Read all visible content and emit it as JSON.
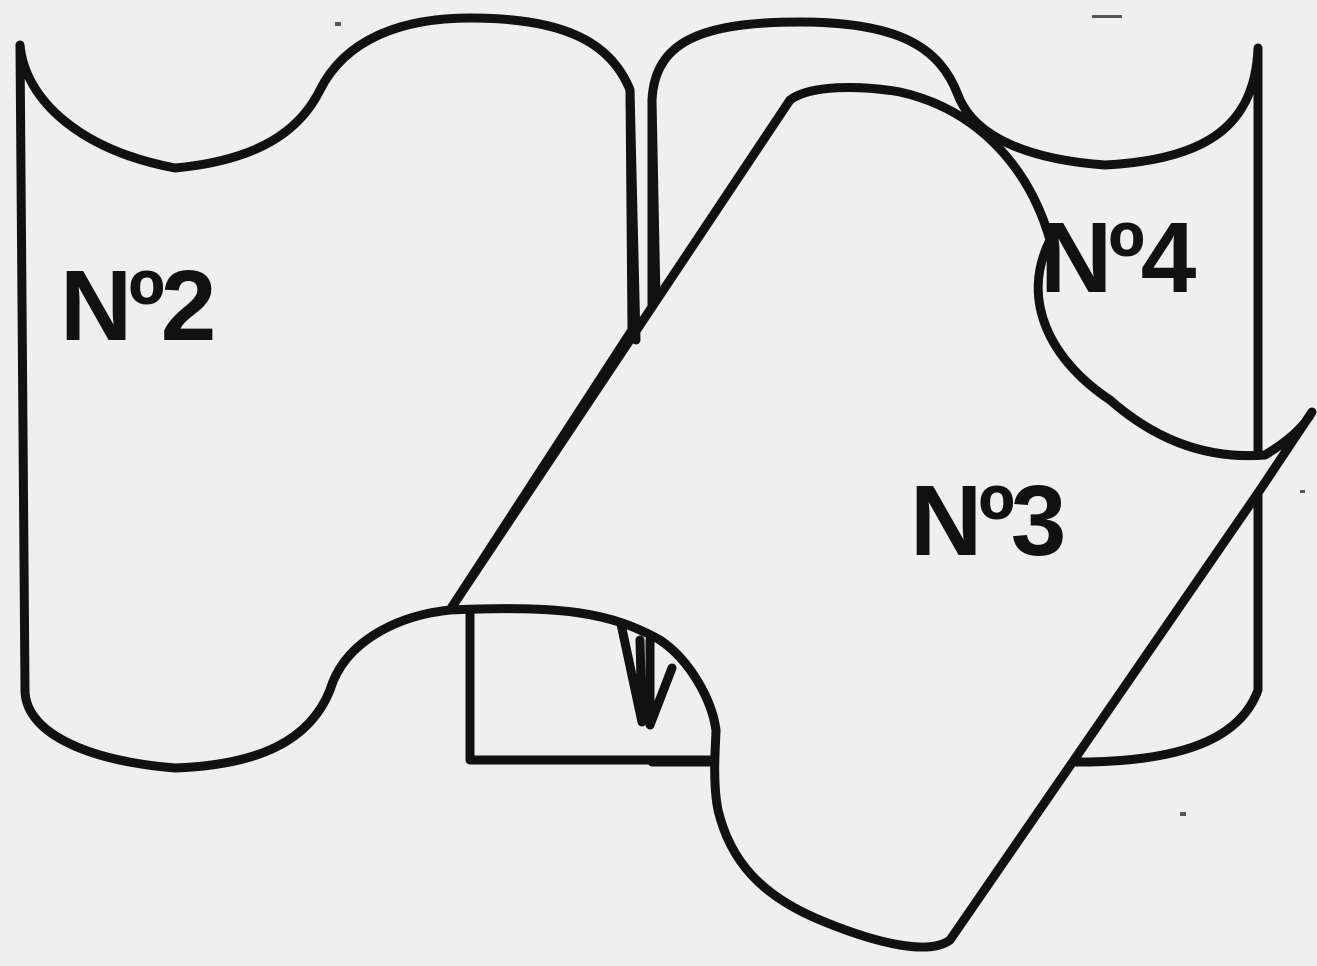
{
  "diagram": {
    "pieces": [
      {
        "id": "no2",
        "label": "Nº2"
      },
      {
        "id": "no3",
        "label": "Nº3"
      },
      {
        "id": "no4",
        "label": "Nº4"
      }
    ],
    "colors": {
      "stroke": "#111111",
      "fill": "#efefef",
      "background": "#efefef"
    }
  }
}
